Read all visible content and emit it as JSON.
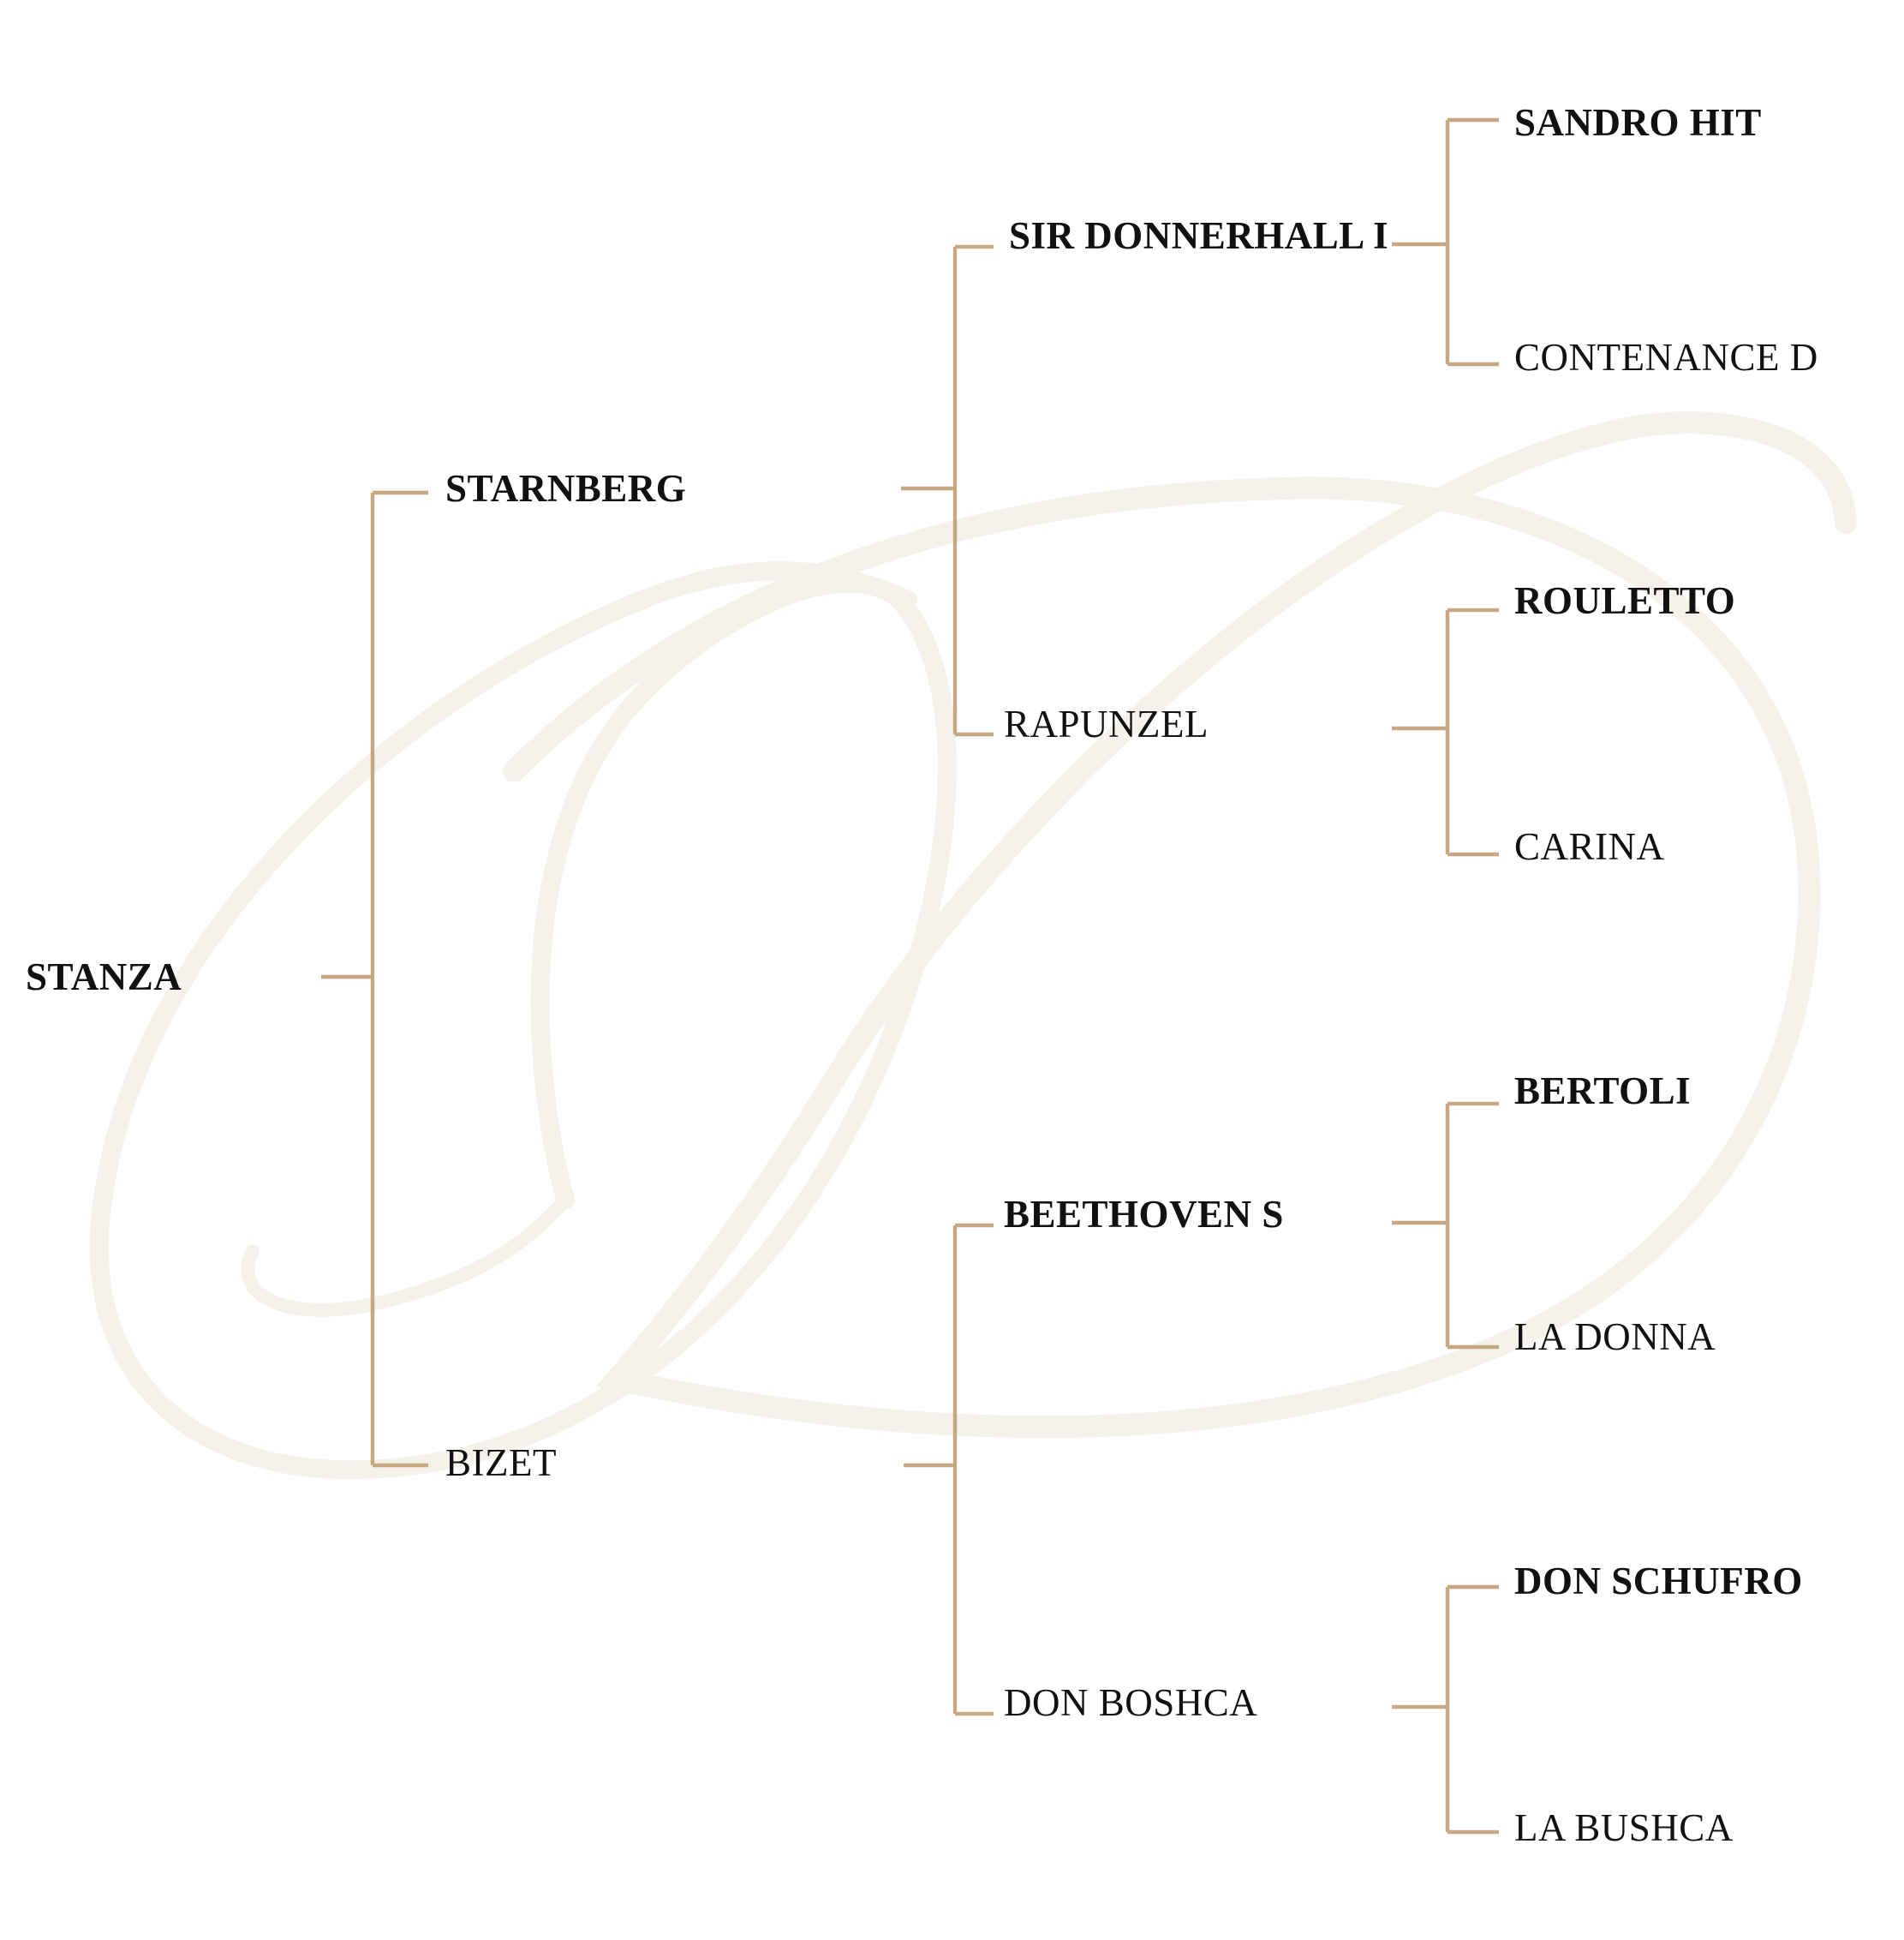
{
  "pedigree": {
    "horse": {
      "name": "STANZA",
      "bold": true
    },
    "sire": {
      "name": "STARNBERG",
      "bold": true,
      "sire": {
        "name": "SIR DONNERHALL I",
        "bold": true,
        "sire": {
          "name": "SANDRO HIT",
          "bold": true
        },
        "dam": {
          "name": "CONTENANCE D",
          "bold": false
        }
      },
      "dam": {
        "name": "RAPUNZEL",
        "bold": false,
        "sire": {
          "name": "ROULETTO",
          "bold": true
        },
        "dam": {
          "name": "CARINA",
          "bold": false
        }
      }
    },
    "dam": {
      "name": "BIZET",
      "bold": false,
      "sire": {
        "name": "BEETHOVEN S",
        "bold": true,
        "sire": {
          "name": "BERTOLI",
          "bold": true
        },
        "dam": {
          "name": "LA DONNA",
          "bold": false
        }
      },
      "dam": {
        "name": "DON BOSHCA",
        "bold": false,
        "sire": {
          "name": "DON SCHUFRO",
          "bold": true
        },
        "dam": {
          "name": "LA BUSHCA",
          "bold": false
        }
      }
    }
  },
  "colors": {
    "bracket_line": "#c8a882",
    "watermark": "#f5f2ec",
    "text": "#111111",
    "background": "#ffffff"
  },
  "watermark": {
    "icon": "script-letter-d-logo"
  }
}
